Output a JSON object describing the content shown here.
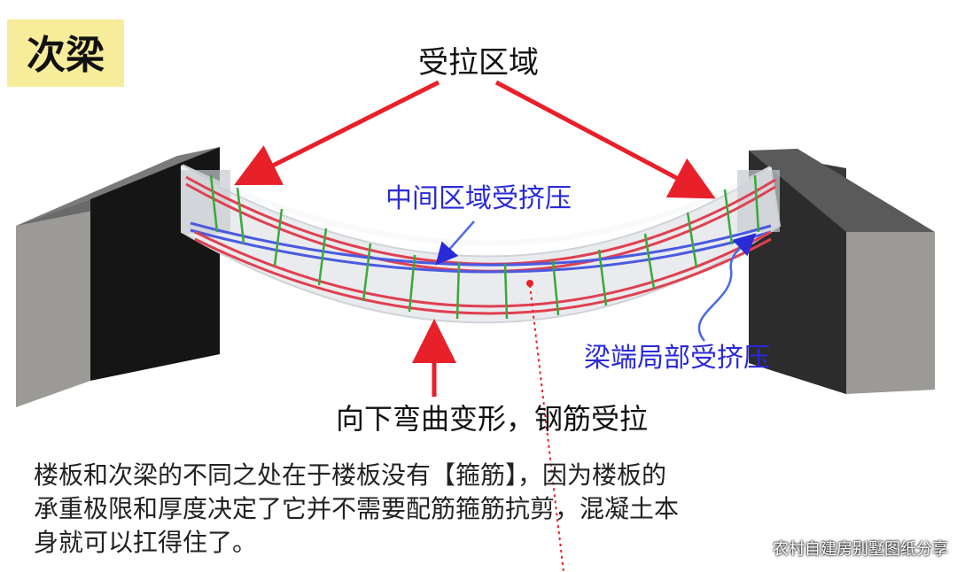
{
  "title": "次梁",
  "labels": {
    "tension_zone": "受拉区域",
    "middle_compression": "中间区域受挤压",
    "end_compression": "梁端局部受挤压",
    "bending": "向下弯曲变形，钢筋受拉"
  },
  "caption_lines": [
    "楼板和次梁的不同之处在于楼板没有【箍筋】，因为楼板的",
    "承重极限和厚度决定了它并不需要配筋箍筋抗剪，混凝土本",
    "身就可以扛得住了。"
  ],
  "watermark": "农村自建房别墅图纸分享",
  "colors": {
    "title_bg": "#f6ec9a",
    "tension_arrow": "#e8202a",
    "compression_text": "#2a2ad6",
    "rebar_top": "#4a5ae0",
    "rebar_bottom": "#e04050",
    "stirrup": "#3aa83a",
    "beam_fill": "#e9ebee",
    "wall_front": "#9c9a96",
    "wall_dark": "#151515"
  }
}
